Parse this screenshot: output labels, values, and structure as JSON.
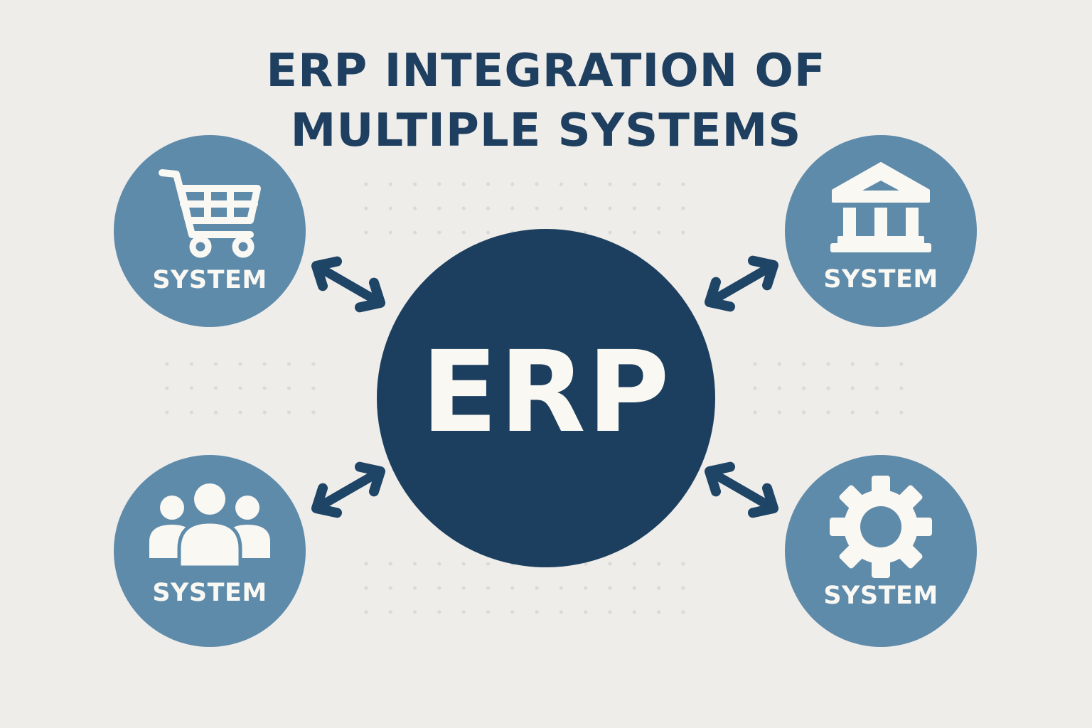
{
  "title": {
    "line1": "ERP INTEGRATION OF",
    "line2": "MULTIPLE SYSTEMS"
  },
  "hub": {
    "label": "ERP"
  },
  "systems": [
    {
      "label": "SYSTEM",
      "icon": "shopping-cart-icon"
    },
    {
      "label": "SYSTEM",
      "icon": "bank-building-icon"
    },
    {
      "label": "SYSTEM",
      "icon": "users-group-icon"
    },
    {
      "label": "SYSTEM",
      "icon": "gear-icon"
    }
  ],
  "colors": {
    "background": "#efedea",
    "hub": "#1c3f5f",
    "node": "#5f8bab",
    "arrow": "#1e4466",
    "title": "#1e3f60",
    "icon": "#faf8f3"
  }
}
